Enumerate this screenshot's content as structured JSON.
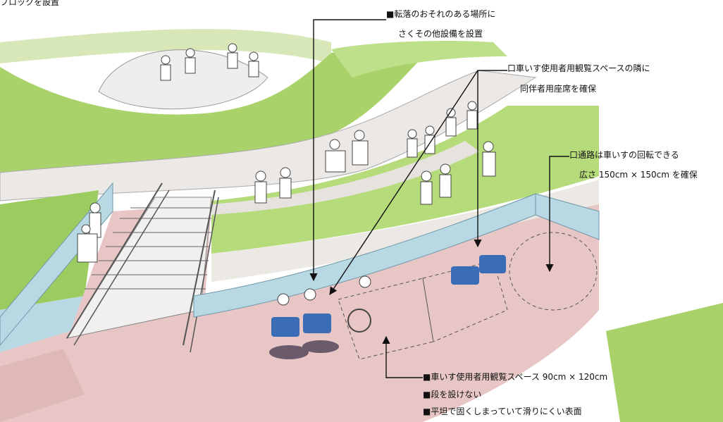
{
  "labels": {
    "top_left_fragment": "ブロックを設置",
    "fence": [
      "■転落のおそれのある場所に",
      "さくその他設備を設置"
    ],
    "companion": [
      "口車いす使用者用観覧スペースの隣に",
      "同伴者用座席を確保"
    ],
    "aisle": [
      "口通路は車いすの回転できる",
      "広さ 150cm × 150cm を確保"
    ],
    "viewing": [
      "■車いす使用者用観覧スペース 90cm × 120cm",
      "■段を設けない",
      "■平坦で固くしまっていて滑りにくい表面"
    ]
  },
  "colors": {
    "lawn": "#a9d36a",
    "lawn_dark": "#8cbf4e",
    "pavement": "#e9c9c9",
    "path": "#e6e3e0",
    "railing": "#bcd9e4",
    "seat": "#3a6db5",
    "leader": "#111111"
  }
}
